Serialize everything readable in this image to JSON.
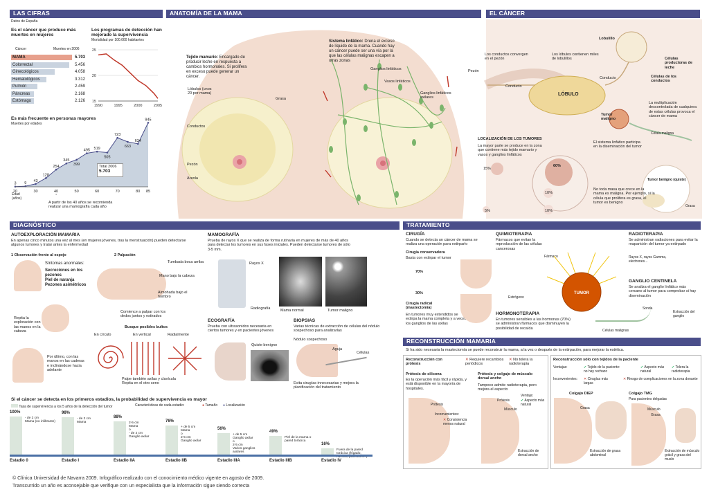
{
  "sections": {
    "cifras": "LAS CIFRAS",
    "anatomia": "ANATOMÍA DE LA MAMA",
    "cancer": "EL CÁNCER",
    "diagnostico": "DIAGNÓSTICO",
    "tratamiento": "TRATAMIENTO",
    "reconstruccion": "RECONSTRUCCIÓN MAMARIA"
  },
  "cifras": {
    "source": "Datos de España",
    "chart1_title": "Es el cáncer que produce más muertes en mujeres",
    "col_cancer": "Cáncer",
    "col_deaths": "Muertes en 2006",
    "rows": [
      {
        "name": "MAMA",
        "value": "5.703"
      },
      {
        "name": "Colorrectal",
        "value": "5.456"
      },
      {
        "name": "Ginecológicos",
        "value": "4.058"
      },
      {
        "name": "Hematológicos",
        "value": "3.312"
      },
      {
        "name": "Pulmón",
        "value": "2.459"
      },
      {
        "name": "Páncreas",
        "value": "2.168"
      },
      {
        "name": "Estómago",
        "value": "2.126"
      }
    ],
    "chart2_title": "Los programas de detección han mejorado la supervivencia",
    "chart2_sub": "Mortalidad por 100.000 habitantes",
    "chart3_title": "Es más frecuente en personas mayores",
    "chart3_sub": "Muertes por edades",
    "total_label": "Total 2006",
    "total_value": "5.703",
    "age_label": "Edad (años)",
    "note": "A partir de los 40 años se recomienda realizar una mamografía cada año"
  },
  "chart_data": [
    {
      "type": "bar",
      "title": "Es el cáncer que produce más muertes en mujeres",
      "categories": [
        "MAMA",
        "Colorrectal",
        "Ginecológicos",
        "Hematológicos",
        "Pulmón",
        "Páncreas",
        "Estómago"
      ],
      "values": [
        5703,
        5456,
        4058,
        3312,
        2459,
        2168,
        2126
      ]
    },
    {
      "type": "line",
      "title": "Los programas de detección han mejorado la supervivencia",
      "x": [
        1990,
        1995,
        2000,
        2005
      ],
      "y": [
        24,
        22.5,
        19,
        15.5
      ],
      "ylim": [
        15,
        25
      ],
      "yticks": [
        15,
        20,
        25
      ],
      "xticks": [
        1990,
        1995,
        2000,
        2005
      ]
    },
    {
      "type": "area",
      "title": "Es más frecuente en personas mayores",
      "x": [
        20,
        25,
        30,
        35,
        40,
        45,
        50,
        55,
        60,
        65,
        70,
        75,
        80,
        85
      ],
      "y": [
        3,
        9,
        43,
        128,
        254,
        345,
        399,
        495,
        519,
        505,
        723,
        663,
        634,
        945
      ],
      "labels": [
        "3",
        "9",
        "43",
        "128",
        "254",
        "345",
        "399",
        "495",
        "519",
        "505",
        "723",
        "663",
        "634",
        "945"
      ],
      "xticks": [
        20,
        30,
        40,
        50,
        60,
        70,
        80,
        85
      ]
    }
  ],
  "anatomia": {
    "tejido_title": "Tejido mamario:",
    "tejido_text": "Encargado de producir leche en respuesta a cambios hormonales. Si prolifera en exceso puede generar un cáncer.",
    "lobulos": "Lóbulos (unos 20 por mama)",
    "conductos": "Conductos",
    "pezon": "Pezón",
    "areola": "Areola",
    "grasa": "Grasa",
    "linf_title": "Sistema linfático:",
    "linf_text": "Drena el exceso de líquido de la mama. Cuando hay un cáncer puede ser una vía por la que las células malignas escapen a otras zonas",
    "ganglios": "Ganglios linfáticos",
    "vasos": "Vasos linfáticos",
    "axilares": "Ganglios linfáticos axilares"
  },
  "cancer": {
    "pezon": "Pezón",
    "conductos_conv": "Los conductos convergen en el pezón",
    "lobulos_text": "Los lóbulos contienen miles de lobulillos",
    "lobulillo": "Lobulillo",
    "celulas_prod": "Células productoras de leche",
    "celulas_cond": "Células de los conductos",
    "conducto": "Conducto",
    "lobulo": "LÓBULO",
    "conducto2": "Conducto",
    "multiplicacion": "La multiplicación descontrolada de cualquiera de estas células provoca el cáncer de mama",
    "tumor": "Tumor maligno",
    "celula_maligna": "Célula maligna",
    "linf_text": "El sistema linfático participa en la diseminación del tumor",
    "loc_title": "LOCALIZACIÓN DE LOS TUMORES",
    "loc_text": "La mayor parte se produce en la zona que contiene más tejido mamario y vasos y ganglios linfáticos",
    "p15": "15%",
    "p60": "60%",
    "p10a": "10%",
    "p5": "5%",
    "p10b": "10%",
    "benigno": "Tumor benigno (quiste)",
    "benigno_text": "No toda masa que crece en la mama es maligna. Por ejemplo, si la célula que prolifera es grasa, el tumor es benigno",
    "grasa": "Grasa"
  },
  "diag": {
    "auto_title": "AUTOEXPLORACIÓN MAMARIA",
    "auto_text": "En apenas cinco minutos una vez al mes (en mujeres jóvenes, tras la menstruación) pueden detectarse algunos tumores y tratar antes la enfermedad",
    "obs": "1  Observación frente al espejo",
    "palp": "2  Palpación",
    "sintomas": "Síntomas anormales:",
    "s1": "Secreciones en los pezones",
    "s2": "Piel de naranja",
    "s3": "Pezones asimétricos",
    "repita": "Repita la exploración con las manos en la cabeza",
    "ultimo": "Por último, con las manos en las caderas e inclinándose hacia adelante",
    "tumbada": "Tumbada boca arriba",
    "mano": "Mano bajo la cabeza",
    "almohada": "Almohada bajo el hombro",
    "comience": "Comience a palpar con los dedos juntos y estirados",
    "busque": "Busque posibles bultos",
    "circulo": "En círculo",
    "vertical": "En vertical",
    "radial": "Radialmente",
    "palpe": "Palpe también axilas y clavícula\nRepita en el otro seno",
    "mamo_title": "MAMOGRAFÍA",
    "mamo_text": "Prueba de rayos X que se realiza de forma rutinaria en mujeres de más de 40 años para detectar los tumores en sus fases iniciales. Pueden detectarse tumores de sólo 3-5 mm.",
    "rayos": "Rayos X",
    "radio": "Radiografía",
    "normal": "Mama normal",
    "maligno": "Tumor maligno",
    "eco_title": "ECOGRAFÍA",
    "eco_text": "Prueba con ultrasonidos necesaria en ciertos tumores y en pacientes jóvenes",
    "quiste": "Quiste benigno",
    "bio_title": "BIOPSIAS",
    "bio_text": "Varias técnicas de extracción de células del nódulo sospechoso para analizarlas",
    "nodulo": "Nódulo sospechoso",
    "aguja": "Aguja",
    "celulas": "Células",
    "evita": "Evita cirugías innecesarias y mejora la planificación del tratamiento",
    "surv_title": "Si el cáncer se detecta en los primeros estadios, la probabilidad de supervivencia es mayor",
    "surv_legend1": "Tasa de supervivencia a los 5 años de la detección del tumor",
    "surv_legend2": "Características de cada estadio:",
    "surv_size": "Tamaño",
    "surv_loc": "Localización",
    "stages": [
      {
        "name": "Estadio 0",
        "pct": "100%",
        "val": 100,
        "info": "- de 2 cm\nMama (no infiltrante)"
      },
      {
        "name": "Estadio I",
        "pct": "98%",
        "val": 98,
        "info": "- de 2 cm\nMama"
      },
      {
        "name": "Estadio IIA",
        "pct": "88%",
        "val": 88,
        "info": "2-5 cm\nMama\no\n- de 2 cm\nGanglio axilar"
      },
      {
        "name": "Estadio IIB",
        "pct": "76%",
        "val": 76,
        "info": "+ de 5 cm\nMama\no\n2-5 cm\nGanglio axilar"
      },
      {
        "name": "Estadio IIIA",
        "pct": "56%",
        "val": 56,
        "info": "+ de 5 cm\nGanglio axilar\no\n2-5 cm\nVarios ganglios axilares"
      },
      {
        "name": "Estadio IIIB",
        "pct": "49%",
        "val": 49,
        "info": "Piel de la mama o pared torácica"
      },
      {
        "name": "Estadio IV",
        "pct": "16%",
        "val": 16,
        "info": "Fuera de la pared torácica (hígado, huesos, pulmones...)"
      }
    ]
  },
  "trat": {
    "cir_title": "CIRUGÍA",
    "cir_text": "Cuando se detecta un cáncer de mama se realiza una operación para extirparlo",
    "cons_title": "Cirugía conservadora",
    "cons_text": "Basta con extirpar el tumor",
    "p70": "70%",
    "p30": "30%",
    "rad_title": "Cirugía radical (mastectomía)",
    "rad_text": "En tumores muy extendidos se extirpa la mama completa y a veces los ganglios de las axilas",
    "qui_title": "QUIMIOTERAPIA",
    "qui_text": "Fármacos que evitan la reproducción de las células cancerosas",
    "farmaco": "Fármaco",
    "radio_title": "RADIOTERAPIA",
    "radio_text": "Se administran radiaciones para evitar la reaparición del tumor ya extirpado",
    "rayos": "Rayos X, rayos Gamma, electrones...",
    "tumor": "TUMOR",
    "estrogeno": "Estrógeno",
    "horm_title": "HORMONOTERAPIA",
    "horm_text": "En tumores sensibles a las hormonas (70%) se administran fármacos que disminuyen la posibilidad de recaída",
    "gang_title": "GANGLIO CENTINELA",
    "gang_text": "Se analiza el ganglio linfático más cercano al tumor para comprobar si hay diseminación",
    "sonda": "Sonda",
    "extraccion": "Extracción del ganglio",
    "celulas_malignas": "Células malignas"
  },
  "recon": {
    "intro": "Si ha sido necesaria la mastectomía se puede reconstruir la mama, a la vez o después de la extirpación, para mejorar la estética.",
    "protesis_title": "Reconstrucción con prótesis",
    "pro_x1": "Requiere recambios periódicos",
    "pro_x2": "No tolera la radioterapia",
    "sil_title": "Prótesis de silicona",
    "sil_text": "Es la operación más fácil y rápida, y está disponible en la mayoría de hospitales.",
    "protesis": "Prótesis",
    "inconvenientes": "Inconvenientes:",
    "consistencia": "Consistencia menos natural",
    "dorsal_title": "Prótesis y colgajo de músculo dorsal ancho",
    "dorsal_text": "Tampoco admite radioterapia, pero mejora el aspecto",
    "ventaja": "Ventaja:",
    "aspecto": "Aspecto más natural",
    "musculo": "Músculo",
    "protesis2": "Prótesis",
    "extr_dorsal": "Extracción de dorsal ancho",
    "tej_title": "Reconstrucción sólo con tejidos de la paciente",
    "ventajas": "Ventajas:",
    "v1": "Tejido de la paciente: no hay rechazo",
    "v2": "Aspecto más natural",
    "v3": "Tolera la radioterapia",
    "incon": "Inconvenientes:",
    "i1": "Cirugías más largas",
    "i2": "Riesgo de complicaciones en la zona donante",
    "diep_title": "Colgajo DIEP",
    "grasa": "Grasa",
    "extr_abd": "Extracción de grasa abdominal",
    "tmg_title": "Colgajo TMG",
    "tmg_sub": "Para pacientes delgadas",
    "musculo2": "Músculo",
    "grasa2": "Grasa",
    "extr_tmg": "Extracción de músculo grácil y grasa del muslo"
  },
  "footer": {
    "line1": "© Clínica Universidad de Navarra 2009. Infográfico realizado con el conocimiento médico vigente en agosto de 2009.",
    "line2": "Transcurrido un año es aconsejable que verifique con un especialista que la información sigue siendo correcta"
  }
}
